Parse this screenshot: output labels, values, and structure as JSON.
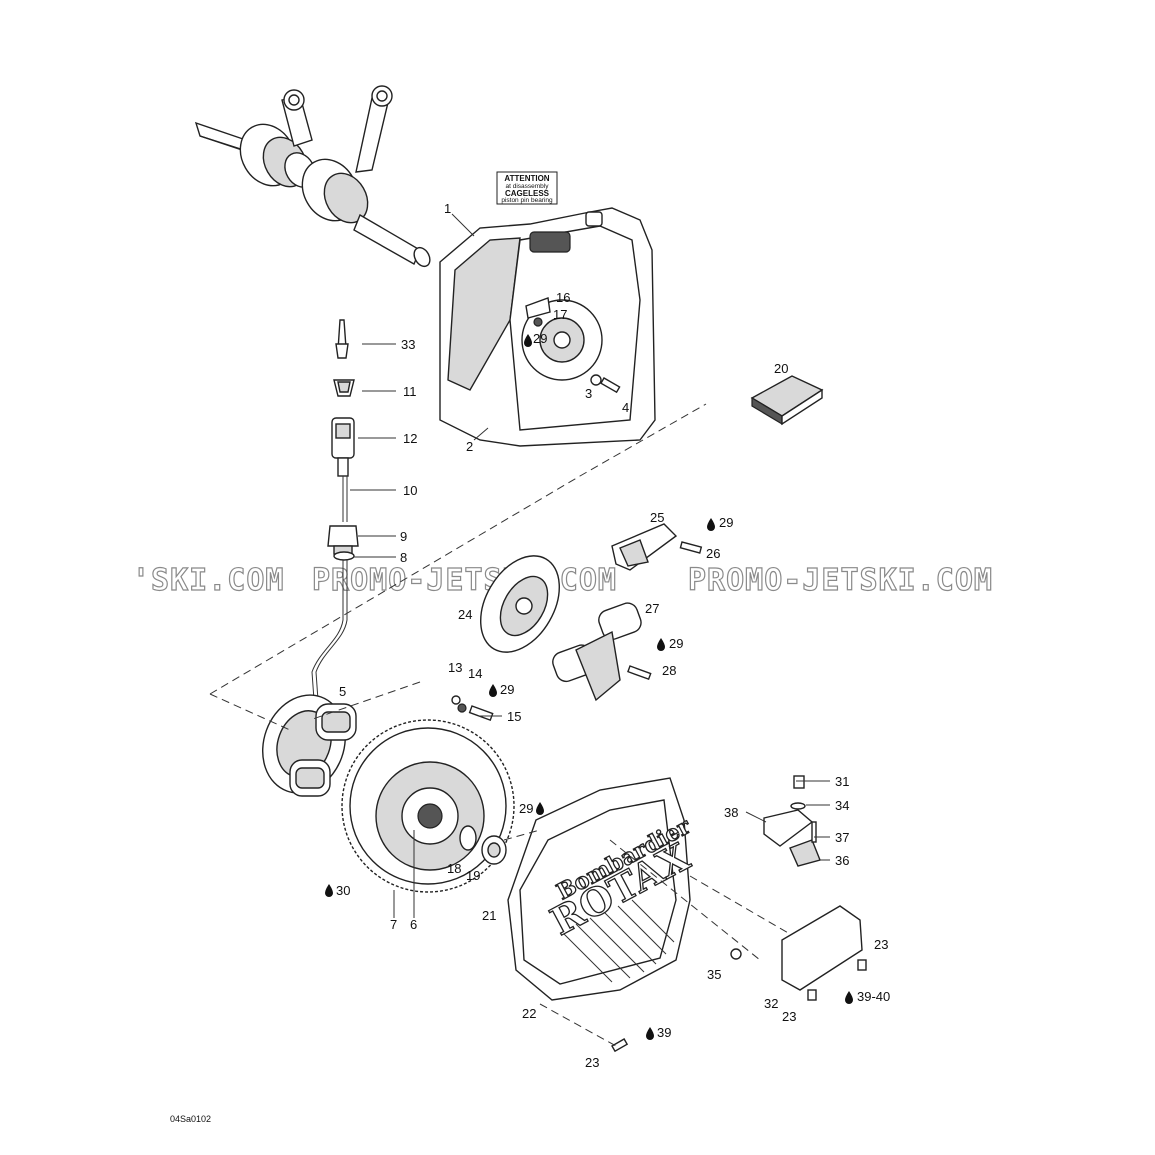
{
  "attention_label": {
    "line1": "ATTENTION",
    "line2": "at disassembly",
    "line3": "CAGELESS",
    "line4": "piston pin bearing"
  },
  "brand": {
    "line1": "Bombardier",
    "line2": "ROTAX"
  },
  "watermark": {
    "left": "'SKI.COM",
    "middle": "PROMO-JETSKI.COM",
    "right": "PROMO-JETSKI.COM"
  },
  "drawing_code": "04Sa0102",
  "callouts": {
    "c1": "1",
    "c2": "2",
    "c3": "3",
    "c4": "4",
    "c5": "5",
    "c6": "6",
    "c7": "7",
    "c8": "8",
    "c9": "9",
    "c10": "10",
    "c11": "11",
    "c12": "12",
    "c13": "13",
    "c14": "14",
    "c15": "15",
    "c16": "16",
    "c17": "17",
    "c18": "18",
    "c19": "19",
    "c20": "20",
    "c21": "21",
    "c22": "22",
    "c23a": "23",
    "c23b": "23",
    "c23c": "23",
    "c24": "24",
    "c25": "25",
    "c26": "26",
    "c27": "27",
    "c28": "28",
    "c29a": "29",
    "c29b": "29",
    "c29c": "29",
    "c29d": "29",
    "c29e": "29",
    "c30": "30",
    "c31": "31",
    "c32": "32",
    "c33": "33",
    "c34": "34",
    "c35": "35",
    "c36": "36",
    "c37": "37",
    "c38": "38",
    "c39": "39",
    "c3940": "39-40"
  }
}
